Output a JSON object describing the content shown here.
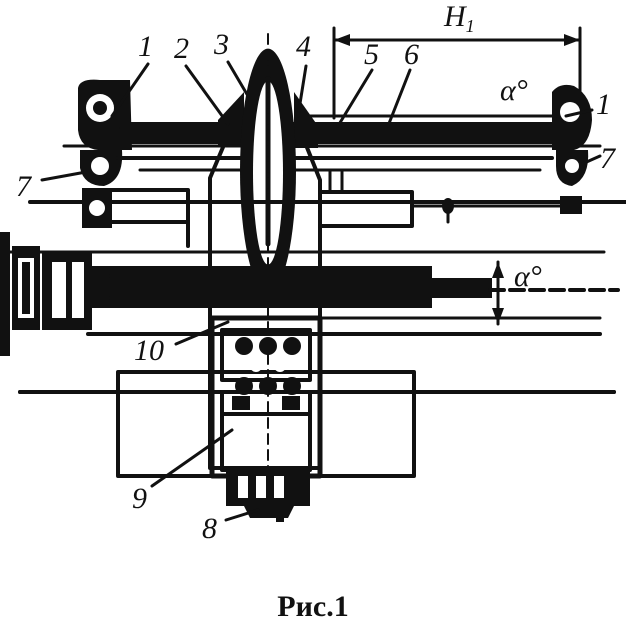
{
  "figure": {
    "caption": "Рис.1",
    "labels": {
      "l1_left": "1",
      "l2": "2",
      "l3": "3",
      "l4": "4",
      "l5": "5",
      "l6": "6",
      "alpha_top": "α°",
      "l1_right": "1",
      "l7_left": "7",
      "l7_right": "7",
      "h1": "H",
      "h1_sub": "1",
      "alpha_mid": "α°",
      "l10": "10",
      "l9": "9",
      "l8": "8"
    }
  }
}
